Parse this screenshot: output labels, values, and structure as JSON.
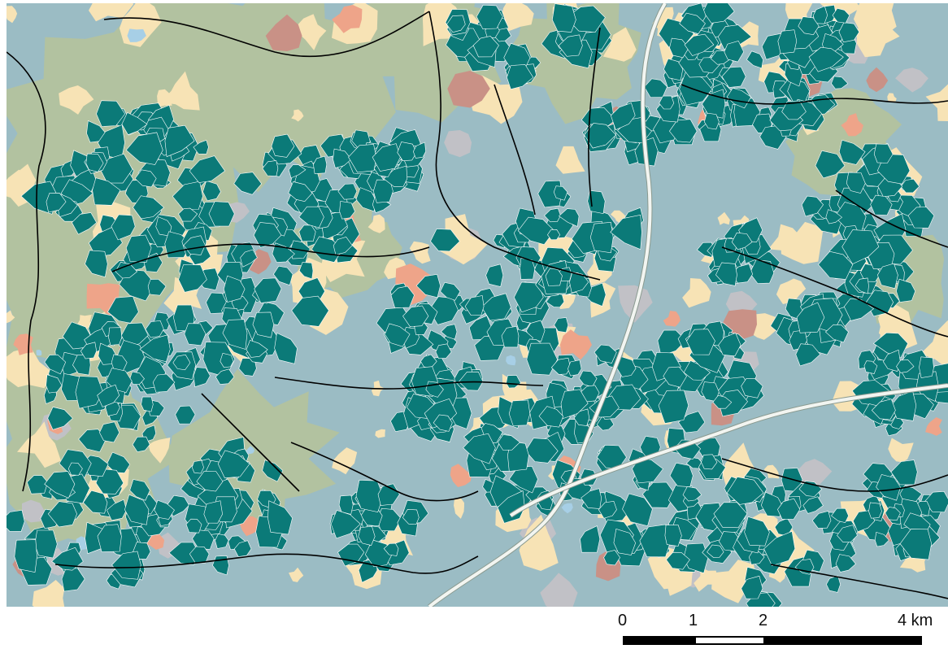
{
  "colors": {
    "background_blue": "#9bbcc4",
    "agriculture_green": "#b2c2a0",
    "meadow_cream": "#f7e3b5",
    "settlement_salmon": "#eea489",
    "orchard_brown": "#c99186",
    "grey_land": "#c1c1c6",
    "water_blue": "#a7cfe6",
    "field_parcels_teal": "#0b7a78",
    "boundary_black": "#000000",
    "road_white": "#f2f5f1"
  },
  "scalebar": {
    "labels": [
      "0",
      "1",
      "2",
      "4 km"
    ],
    "segments": [
      "black",
      "white",
      "black"
    ]
  }
}
